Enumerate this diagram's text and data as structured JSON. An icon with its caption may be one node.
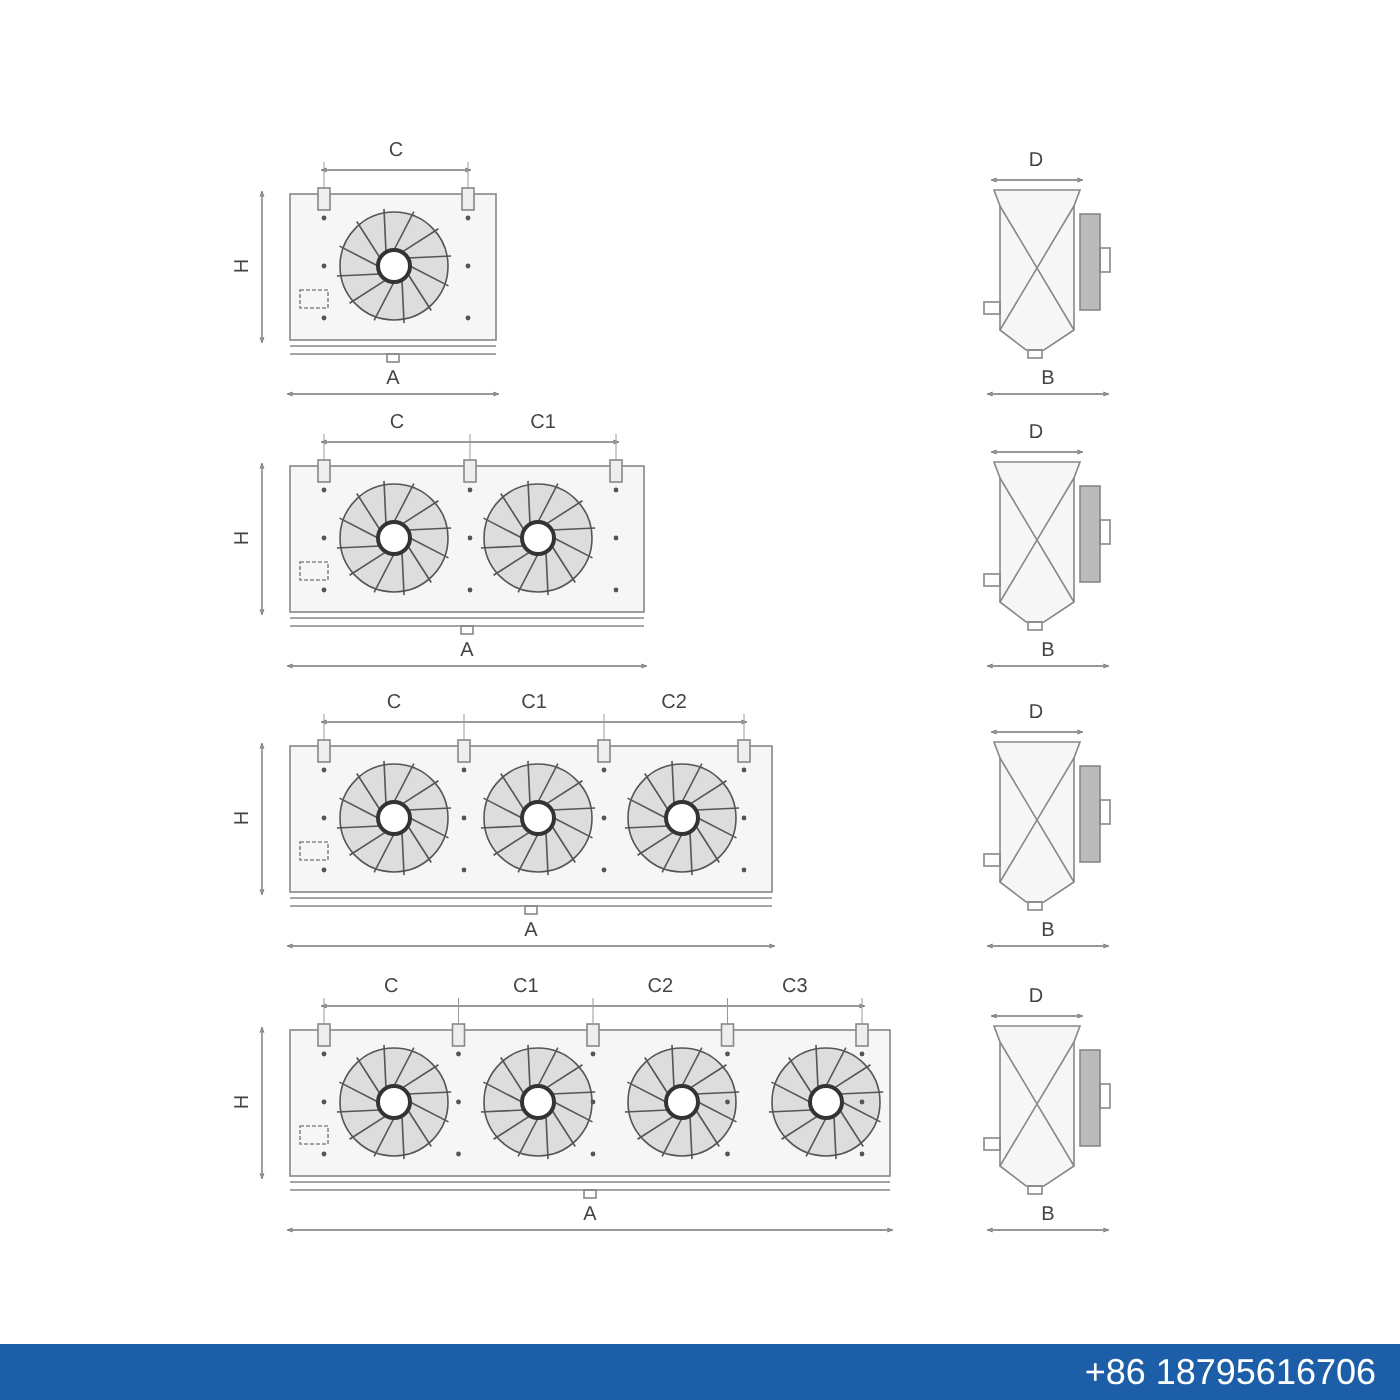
{
  "diagram": {
    "labels": [
      "C",
      "D",
      "H",
      "A",
      "B",
      "C",
      "C1",
      "D",
      "H",
      "A",
      "B",
      "C",
      "C1",
      "C2",
      "D",
      "H",
      "A",
      "B",
      "C",
      "C1",
      "C2",
      "C3",
      "D",
      "H",
      "A",
      "B",
      "+86 18795616706"
    ]
  }
}
